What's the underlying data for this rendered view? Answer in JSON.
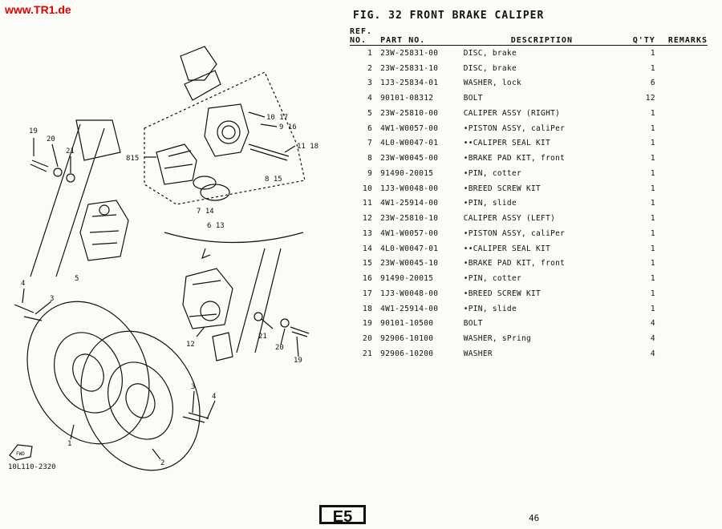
{
  "watermark": "www.TR1.de",
  "figure": {
    "title": "FIG. 32  FRONT BRAKE CALIPER"
  },
  "table": {
    "headers": {
      "ref": "REF. NO.",
      "part_no": "PART NO.",
      "description": "DESCRIPTION",
      "qty": "Q'TY",
      "remarks": "REMARKS"
    },
    "rows": [
      {
        "ref": "1",
        "part_no": "23W-25831-00",
        "description": "DISC, brake",
        "qty": "1",
        "remarks": ""
      },
      {
        "ref": "2",
        "part_no": "23W-25831-10",
        "description": "DISC, brake",
        "qty": "1",
        "remarks": ""
      },
      {
        "ref": "3",
        "part_no": "1J3-25834-01",
        "description": "WASHER, lock",
        "qty": "6",
        "remarks": ""
      },
      {
        "ref": "4",
        "part_no": "90101-08312",
        "description": "BOLT",
        "qty": "12",
        "remarks": ""
      },
      {
        "ref": "5",
        "part_no": "23W-25810-00",
        "description": "CALIPER ASSY (RIGHT)",
        "qty": "1",
        "remarks": ""
      },
      {
        "ref": "6",
        "part_no": "4W1-W0057-00",
        "description": "•PISTON ASSY, caliPer",
        "qty": "1",
        "remarks": ""
      },
      {
        "ref": "7",
        "part_no": "4L0-W0047-01",
        "description": "••CALIPER SEAL KIT",
        "qty": "1",
        "remarks": ""
      },
      {
        "ref": "8",
        "part_no": "23W-W0045-00",
        "description": "•BRAKE PAD KIT, front",
        "qty": "1",
        "remarks": ""
      },
      {
        "ref": "9",
        "part_no": "91490-20015",
        "description": "•PIN, cotter",
        "qty": "1",
        "remarks": ""
      },
      {
        "ref": "10",
        "part_no": "1J3-W0048-00",
        "description": "•BREED SCREW KIT",
        "qty": "1",
        "remarks": ""
      },
      {
        "ref": "11",
        "part_no": "4W1-25914-00",
        "description": "•PIN, slide",
        "qty": "1",
        "remarks": ""
      },
      {
        "ref": "12",
        "part_no": "23W-25810-10",
        "description": "CALIPER ASSY (LEFT)",
        "qty": "1",
        "remarks": ""
      },
      {
        "ref": "13",
        "part_no": "4W1-W0057-00",
        "description": "•PISTON ASSY, caliPer",
        "qty": "1",
        "remarks": ""
      },
      {
        "ref": "14",
        "part_no": "4L0-W0047-01",
        "description": "••CALIPER SEAL KIT",
        "qty": "1",
        "remarks": ""
      },
      {
        "ref": "15",
        "part_no": "23W-W0045-10",
        "description": "•BRAKE PAD KIT, front",
        "qty": "1",
        "remarks": ""
      },
      {
        "ref": "16",
        "part_no": "91490-20015",
        "description": "•PIN, cotter",
        "qty": "1",
        "remarks": ""
      },
      {
        "ref": "17",
        "part_no": "1J3-W0048-00",
        "description": "•BREED SCREW KIT",
        "qty": "1",
        "remarks": ""
      },
      {
        "ref": "18",
        "part_no": "4W1-25914-00",
        "description": "•PIN, slide",
        "qty": "1",
        "remarks": ""
      },
      {
        "ref": "19",
        "part_no": "90101-10500",
        "description": "BOLT",
        "qty": "4",
        "remarks": ""
      },
      {
        "ref": "20",
        "part_no": "92906-10100",
        "description": "WASHER, sPring",
        "qty": "4",
        "remarks": ""
      },
      {
        "ref": "21",
        "part_no": "92906-10200",
        "description": "WASHER",
        "qty": "4",
        "remarks": ""
      }
    ]
  },
  "diagram": {
    "code": "10L110-2320",
    "fwd_label": "FWD",
    "callouts": {
      "c19a": "19",
      "c20a": "20",
      "c21a": "21",
      "c5": "5",
      "c815a": "815",
      "c1017": "10 17",
      "c916": "9 16",
      "c1118": "11 18",
      "c815b": "8 15",
      "c714": "7 14",
      "c613": "6 13",
      "c4a": "4",
      "c3a": "3",
      "c12": "12",
      "c21b": "21",
      "c20b": "20",
      "c19b": "19",
      "c3b": "3",
      "c4b": "4",
      "c1": "1",
      "c2": "2"
    }
  },
  "footer": {
    "page_code": "E5",
    "page_number": "46"
  }
}
